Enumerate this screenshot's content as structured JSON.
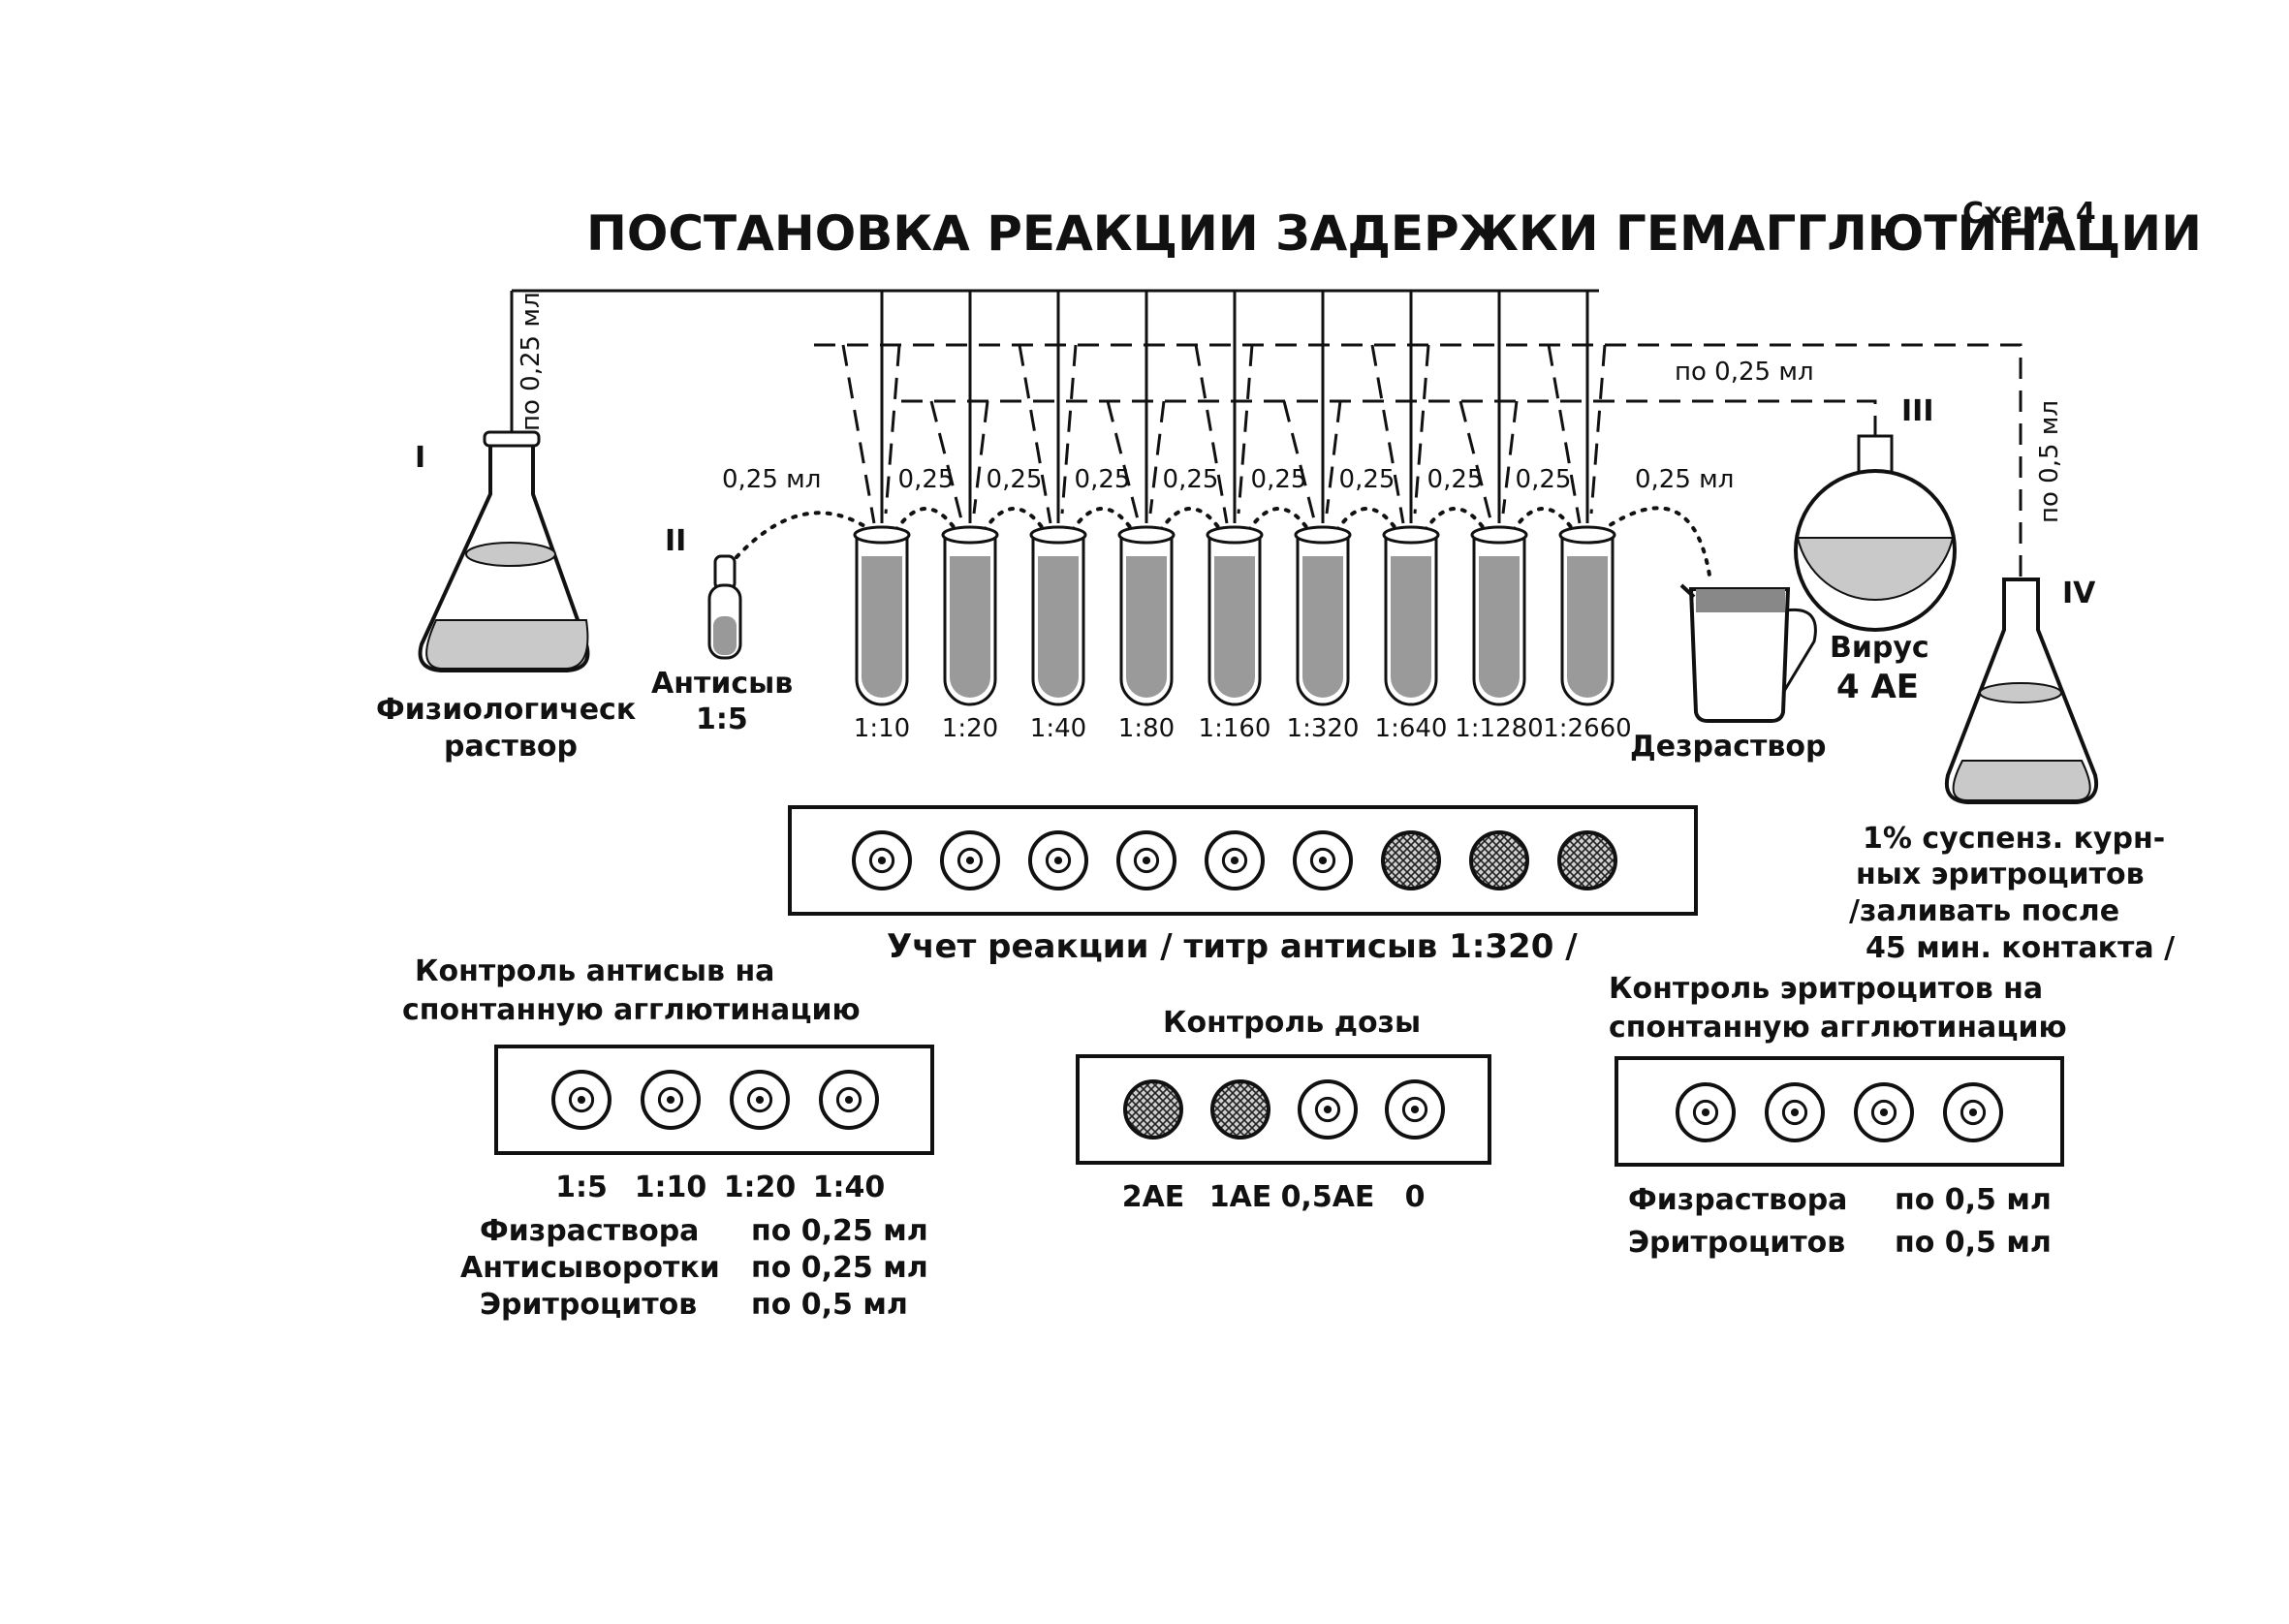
{
  "title": "ПОСТАНОВКА РЕАКЦИИ ЗАДЕРЖКИ ГЕМАГГЛЮТИНАЦИИ",
  "scheme_label": "Схема 4",
  "flask_I": {
    "numeral": "I",
    "volume": "по 0,25 мл",
    "caption_1": "Физиологическ",
    "caption_2": "раствор"
  },
  "vial_II": {
    "numeral": "II",
    "caption_1": "Антисыв",
    "caption_2": "1:5"
  },
  "transfer_first": "0,25 мл",
  "transfer_volumes": [
    "0,25",
    "0,25",
    "0,25",
    "0,25",
    "0,25",
    "0,25",
    "0,25",
    "0,25"
  ],
  "transfer_last": "0,25 мл",
  "tubes": [
    "1:10",
    "1:20",
    "1:40",
    "1:80",
    "1:160",
    "1:320",
    "1:640",
    "1:1280",
    "1:2660"
  ],
  "disinfectant": "Дезраствор",
  "flask_III": {
    "numeral": "III",
    "volume": "по 0,25 мл",
    "caption_1": "Вирус",
    "caption_2": "4 АЕ"
  },
  "flask_IV": {
    "numeral": "IV",
    "volume": "по 0,5 мл",
    "caption_1": "1% суспенз. курн-",
    "caption_2": "ных эритроцитов",
    "caption_3": "/заливать после",
    "caption_4": "45 мин. контакта /"
  },
  "main_plate": {
    "wells": [
      "button",
      "button",
      "button",
      "button",
      "button",
      "button",
      "agglutination",
      "agglutination",
      "agglutination"
    ],
    "caption": "Учет реакции / титр антисыв 1:320 /"
  },
  "control_antiserum": {
    "title_1": "Контроль антисыв на",
    "title_2": "спонтанную агглютинацию",
    "wells": [
      "button",
      "button",
      "button",
      "button"
    ],
    "labels": [
      "1:5",
      "1:10",
      "1:20",
      "1:40"
    ],
    "line_1_name": "Физраствора",
    "line_1_value": "по 0,25 мл",
    "line_2_name": "Антисыворотки",
    "line_2_value": "по 0,25 мл",
    "line_3_name": "Эритроцитов",
    "line_3_value": "по 0,5 мл"
  },
  "control_dose": {
    "title": "Контроль дозы",
    "wells": [
      "agglutination",
      "agglutination",
      "button",
      "button"
    ],
    "labels": [
      "2АЕ",
      "1АЕ",
      "0,5АЕ",
      "0"
    ]
  },
  "control_erythrocytes": {
    "title_1": "Контроль эритроцитов на",
    "title_2": "спонтанную агглютинацию",
    "wells": [
      "button",
      "button",
      "button",
      "button"
    ],
    "line_1_name": "Физраствора",
    "line_1_value": "по 0,5 мл",
    "line_2_name": "Эритроцитов",
    "line_2_value": "по 0,5 мл"
  }
}
